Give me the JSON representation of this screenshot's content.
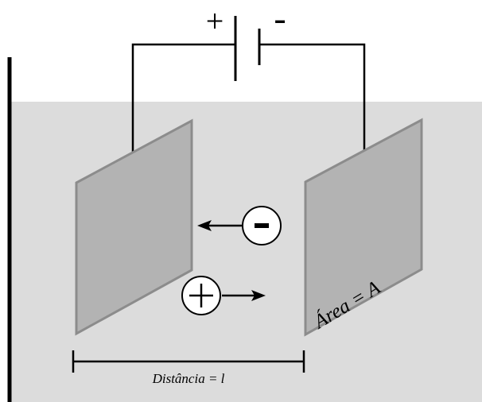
{
  "battery": {
    "positive_symbol": "+",
    "negative_symbol": "-"
  },
  "ions": {
    "negative": {
      "symbol": "-",
      "label": "negative-ion"
    },
    "positive": {
      "symbol": "+",
      "label": "positive-ion"
    }
  },
  "labels": {
    "area": "Área = A",
    "distance": "Distância = l"
  },
  "colors": {
    "electrolyte": "#dcdcdc",
    "plate_fill": "#b3b3b3",
    "plate_stroke": "#8c8c8c",
    "wire": "#000000"
  }
}
